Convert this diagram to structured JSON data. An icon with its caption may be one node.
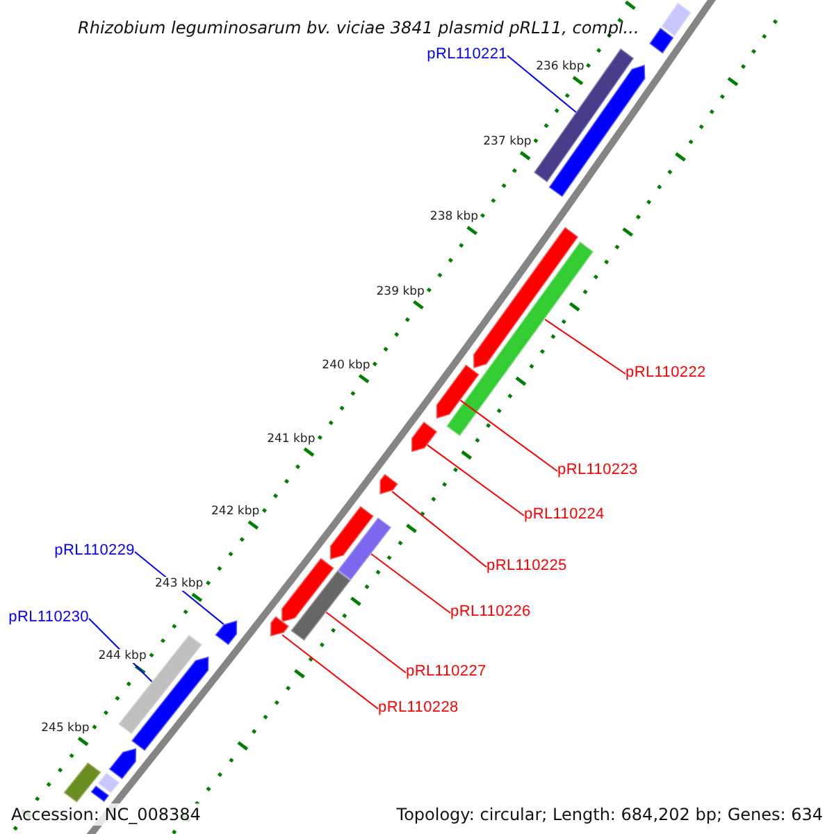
{
  "diagram": {
    "title": "Rhizobium leguminosarum bv. viciae 3841 plasmid pRL11, compl...",
    "nodes": [
      {
        "text": [
          "pRL110221"
        ]
      },
      {
        "text": [],
        "shape": "bar"
      },
      {
        "text": [],
        "shape": "bar"
      },
      {
        "text": [],
        "shape": "bar"
      },
      {
        "text": [],
        "shape": "arrow"
      },
      {
        "text": [],
        "shape": "arrow"
      },
      {
        "text": [],
        "shape": "bar"
      },
      {
        "text": [
          "pRL110222"
        ]
      },
      {
        "text": [],
        "shape": "arrow"
      },
      {
        "text": [
          "pRL110223"
        ]
      },
      {
        "text": [],
        "shape": "arrow"
      },
      {
        "text": [
          "pRL110224"
        ]
      },
      {
        "text": [],
        "shape": "arrow"
      },
      {
        "text": [
          "pRL110225"
        ]
      },
      {
        "text": [],
        "shape": "arrow"
      },
      {
        "text": [],
        "shape": "bar"
      },
      {
        "text": [
          "pRL110226"
        ]
      },
      {
        "text": [
          "pRL110229"
        ]
      },
      {
        "text": [],
        "shape": "arrow"
      },
      {
        "text": [],
        "shape": "bar"
      },
      {
        "text": [
          "pRL110227"
        ]
      },
      {
        "text": [],
        "shape": "arrow"
      },
      {
        "text": [
          "pRL110228"
        ]
      },
      {
        "text": [],
        "shape": "arrow"
      },
      {
        "text": [
          "pRL110230"
        ]
      },
      {
        "text": [],
        "shape": "bar"
      },
      {
        "text": [],
        "shape": "arrow"
      },
      {
        "text": [],
        "shape": "arrow"
      },
      {
        "text": [],
        "shape": "bar"
      },
      {
        "text": [],
        "shape": "bar"
      },
      {
        "text": [],
        "shape": "bar"
      }
    ],
    "edges": [
      {
        "from": 0,
        "to": 3,
        "arrow": "none",
        "color": "#0000ff"
      },
      {
        "from": 7,
        "to": 6,
        "arrow": "none"
      },
      {
        "from": 9,
        "to": 8,
        "arrow": "none"
      },
      {
        "from": 11,
        "to": 10,
        "arrow": "none"
      },
      {
        "from": 13,
        "to": 12,
        "arrow": "none"
      },
      {
        "from": 16,
        "to": 15,
        "arrow": "none"
      },
      {
        "from": 17,
        "to": 23,
        "arrow": "none",
        "color": "#0000ff"
      },
      {
        "from": 20,
        "to": 19,
        "arrow": "none"
      },
      {
        "from": 22,
        "to": 21,
        "arrow": "none"
      },
      {
        "from": 24,
        "to": 25,
        "arrow": "none",
        "color": "#0000ff"
      }
    ],
    "labels": [
      "236 kbp",
      "237 kbp",
      "238 kbp",
      "239 kbp",
      "240 kbp",
      "241 kbp",
      "242 kbp",
      "243 kbp",
      "244 kbp",
      "245 kbp",
      "Accession: NC_008384",
      "Topology: circular; Length: 684,202 bp; Genes: 634"
    ]
  }
}
